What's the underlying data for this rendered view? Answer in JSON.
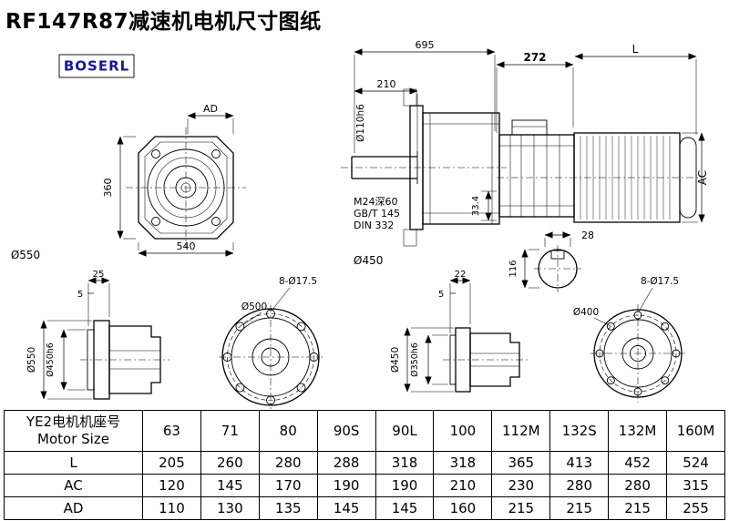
{
  "page": {
    "title": "RF147R87减速机电机尺寸图纸",
    "brand": "BOSERL"
  },
  "dims": {
    "top": {
      "overall": "695",
      "gear_unit": "272",
      "motor_len": "L"
    },
    "front": {
      "ad": "AD",
      "height": "360",
      "width": "540",
      "flange": "Ø550"
    },
    "side": {
      "shaft_len": "210",
      "shaft_dia": "Ø110h6",
      "thread": "M24深60",
      "std1": "GB/T 145",
      "std2": "DIN 332",
      "step": "33.4",
      "flange": "Ø450"
    },
    "motor": {
      "ac": "AC",
      "key_w": "28",
      "shaft_h": "116"
    },
    "b1": {
      "t25": "25",
      "t5": "5",
      "od": "Ø550",
      "spigot": "Ø450h6"
    },
    "b2": {
      "bolt_circle": "Ø500",
      "holes": "8-Ø17.5"
    },
    "b3": {
      "t22": "22",
      "t5": "5",
      "od": "Ø450",
      "spigot": "Ø350h6"
    },
    "b4": {
      "bolt_circle": "Ø400",
      "holes": "8-Ø17.5"
    }
  },
  "table": {
    "header_cn": "YE2电机机座号",
    "header_en": "Motor Size",
    "sizes": [
      "63",
      "71",
      "80",
      "90S",
      "90L",
      "100",
      "112M",
      "132S",
      "132M",
      "160M"
    ],
    "rows": [
      {
        "label": "L",
        "values": [
          "205",
          "260",
          "280",
          "288",
          "318",
          "318",
          "365",
          "413",
          "452",
          "524"
        ]
      },
      {
        "label": "AC",
        "values": [
          "120",
          "145",
          "170",
          "190",
          "190",
          "210",
          "230",
          "280",
          "280",
          "315"
        ]
      },
      {
        "label": "AD",
        "values": [
          "110",
          "130",
          "135",
          "145",
          "145",
          "160",
          "215",
          "215",
          "215",
          "255"
        ]
      }
    ]
  }
}
